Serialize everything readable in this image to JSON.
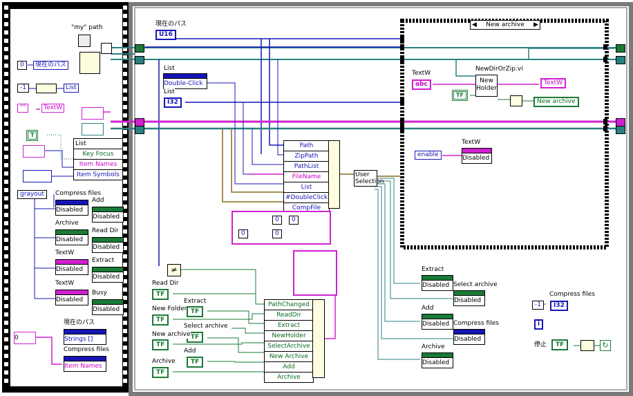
{
  "left_panel": {
    "my_path_label": "\"my\" path",
    "current_path_const": "0",
    "current_path_label": "現在のパス",
    "list_const": "-1",
    "list_label": "List",
    "textw_label": "TextW",
    "list_prop_label": "List",
    "list_props": [
      "Key Focus",
      "Item Names",
      "Item Symbols"
    ],
    "grayout_const": "grayout",
    "compress_files_label": "Compress files",
    "add_label": "Add",
    "archive_label": "Archive",
    "read_dir_label": "Read Dir",
    "textw_label2": "TextW",
    "extract_label": "Extract",
    "textw_label3": "TextW",
    "busy_label": "Busy",
    "disabled_text": "Disabled",
    "current_path_label2": "現在のパス",
    "strings_prop": "Strings []",
    "compress_files_label2": "Compress files",
    "item_names_prop": "Item Names",
    "zero": "0"
  },
  "main": {
    "current_path_label": "現在のパス",
    "u16": "U16",
    "list_label1": "List",
    "double_click": "Double-Click",
    "list_label2": "List",
    "i32": "I32",
    "bundle_rows": [
      "Path",
      "ZipPath",
      "PathList",
      "FileName",
      "List",
      "#DoubleClick",
      "CompFile"
    ],
    "user_selection": "User Selection",
    "zero": "0",
    "event_rows": [
      "PathChanged",
      "ReadDir",
      "Extract",
      "NewHolder",
      "SelectArchive",
      "New Archive",
      "Add",
      "Archive"
    ],
    "controls": [
      "Read Dir",
      "Extract",
      "New Folder",
      "Select archive",
      "New archive",
      "Add",
      "Archive"
    ],
    "tf": "TF",
    "out_extract": "Extract",
    "out_select_archive": "Select archive",
    "out_add": "Add",
    "out_compress_files": "Compress files",
    "out_archive": "Archive",
    "disabled_text": "Disabled",
    "compress_const": "-1",
    "compress_label": "Compress files",
    "info_icon": "i",
    "stop_label": "停止",
    "stop_tf": "TF"
  },
  "case_structure": {
    "selector": "New archive",
    "textw_label": "TextW",
    "abc": "abc",
    "subvi": "NewDirOrZip.vi",
    "new_holder": "New Holder",
    "textw_out": "TextW",
    "new_archive": "New archive",
    "enable_const": "enable",
    "textw_label2": "TextW",
    "disabled_text": "Disabled",
    "tf": "TF"
  },
  "colors": {
    "frame": "#000000",
    "int_blue": "#1515b5",
    "string_pink": "#d020d0",
    "bool_green": "#1a7a36",
    "path_teal": "#2a8080",
    "cluster_brown": "#8a6a20"
  }
}
